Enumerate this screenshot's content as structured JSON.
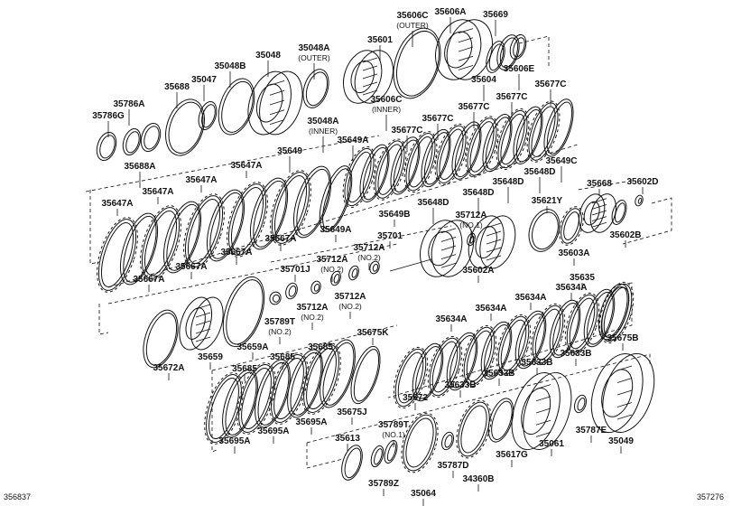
{
  "diagram": {
    "labels": [
      {
        "part": "35606C",
        "note": "(OUTER)"
      },
      {
        "part": "35606A"
      },
      {
        "part": "35669"
      },
      {
        "part": "35601"
      },
      {
        "part": "35048A",
        "note": "(OUTER)"
      },
      {
        "part": "35048"
      },
      {
        "part": "35048B"
      },
      {
        "part": "35047"
      },
      {
        "part": "35688"
      },
      {
        "part": "35786A"
      },
      {
        "part": "35786G"
      },
      {
        "part": "35606E"
      },
      {
        "part": "35604"
      },
      {
        "part": "35606C",
        "note": "(INNER)"
      },
      {
        "part": "35048A",
        "note": "(INNER)"
      },
      {
        "part": "35688A"
      },
      {
        "part": "35677C"
      },
      {
        "part": "35677C"
      },
      {
        "part": "35677C"
      },
      {
        "part": "35677C"
      },
      {
        "part": "35677C"
      },
      {
        "part": "35649A"
      },
      {
        "part": "35649"
      },
      {
        "part": "35649C"
      },
      {
        "part": "35648D"
      },
      {
        "part": "35648D"
      },
      {
        "part": "35648D"
      },
      {
        "part": "35648D"
      },
      {
        "part": "35647A"
      },
      {
        "part": "35647A"
      },
      {
        "part": "35647A"
      },
      {
        "part": "35647A"
      },
      {
        "part": "35667A"
      },
      {
        "part": "35667A"
      },
      {
        "part": "35667A"
      },
      {
        "part": "35667A"
      },
      {
        "part": "35649A"
      },
      {
        "part": "35649B"
      },
      {
        "part": "35668"
      },
      {
        "part": "35602D"
      },
      {
        "part": "35621Y"
      },
      {
        "part": "35712A",
        "note": "(NO.1)"
      },
      {
        "part": "35701"
      },
      {
        "part": "35602B"
      },
      {
        "part": "35603A"
      },
      {
        "part": "35602A"
      },
      {
        "part": "35712A",
        "note": "(NO.2)"
      },
      {
        "part": "35712A",
        "note": "(NO.2)"
      },
      {
        "part": "35701J"
      },
      {
        "part": "35712A",
        "note": "(NO.2)"
      },
      {
        "part": "35712A",
        "note": "(NO.2)"
      },
      {
        "part": "35789T",
        "note": "(NO.2)"
      },
      {
        "part": "35634A"
      },
      {
        "part": "35634A"
      },
      {
        "part": "35634A"
      },
      {
        "part": "35634A"
      },
      {
        "part": "35635"
      },
      {
        "part": "35675B"
      },
      {
        "part": "35672A"
      },
      {
        "part": "35659"
      },
      {
        "part": "35659A"
      },
      {
        "part": "35675K"
      },
      {
        "part": "35685"
      },
      {
        "part": "35685"
      },
      {
        "part": "35685"
      },
      {
        "part": "35633B"
      },
      {
        "part": "35633B"
      },
      {
        "part": "35633B"
      },
      {
        "part": "35633B"
      },
      {
        "part": "35672"
      },
      {
        "part": "35675J"
      },
      {
        "part": "35695A"
      },
      {
        "part": "35695A"
      },
      {
        "part": "35695A"
      },
      {
        "part": "35613"
      },
      {
        "part": "35789T",
        "note": "(NO.1)"
      },
      {
        "part": "35789Z"
      },
      {
        "part": "35064"
      },
      {
        "part": "35787D"
      },
      {
        "part": "34360B"
      },
      {
        "part": "35617G"
      },
      {
        "part": "35061"
      },
      {
        "part": "35787E"
      },
      {
        "part": "35049"
      }
    ],
    "codes": {
      "left": "356837",
      "right": "357276"
    }
  }
}
